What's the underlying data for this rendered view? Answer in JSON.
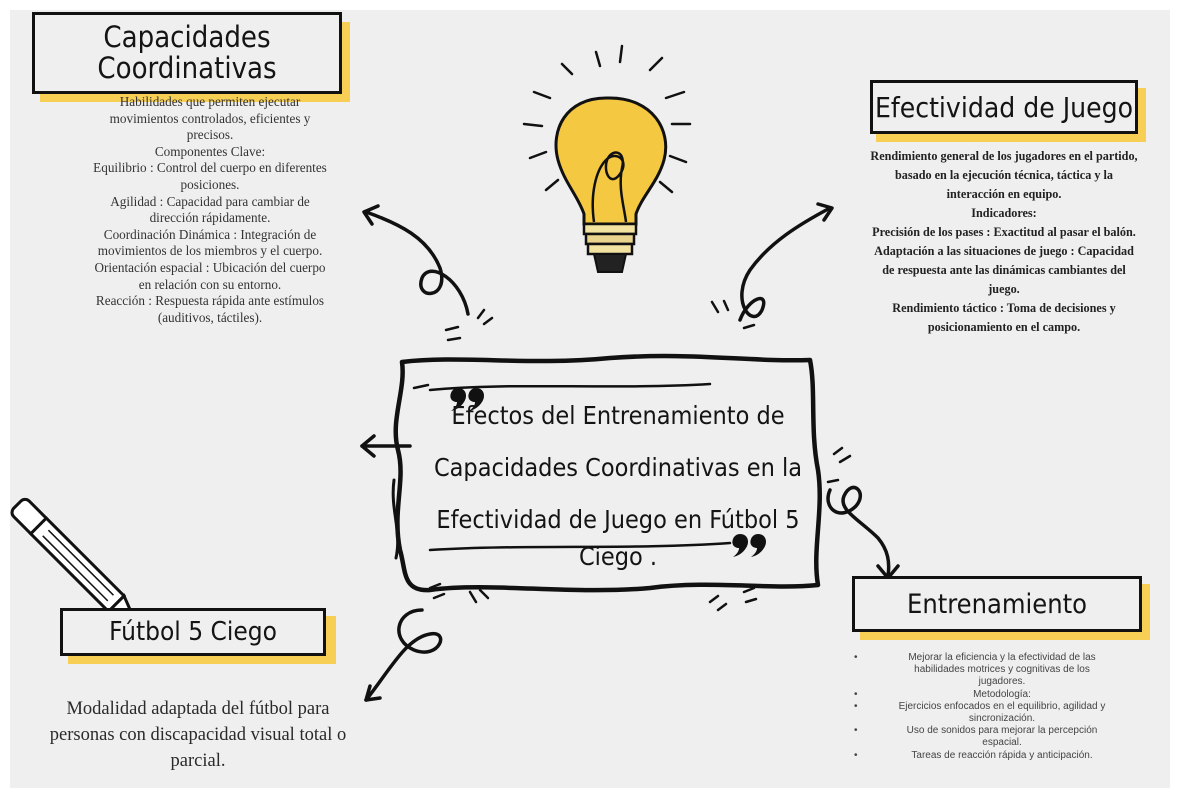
{
  "colors": {
    "background": "#efefef",
    "accent": "#f6cf54",
    "ink": "#111111"
  },
  "center": {
    "lines": [
      "Efectos del Entrenamiento de",
      "Capacidades Coordinativas en la",
      "Efectividad de Juego en Fútbol 5",
      "Ciego ."
    ]
  },
  "capacidades": {
    "title_lines": [
      "Capacidades",
      "Coordinativas"
    ],
    "body": [
      "Habilidades que permiten ejecutar",
      "movimientos controlados, eficientes y",
      "precisos.",
      "Componentes Clave:",
      "Equilibrio : Control del cuerpo en diferentes",
      "posiciones.",
      "Agilidad : Capacidad para cambiar de",
      "dirección rápidamente.",
      "Coordinación Dinámica : Integración de",
      "movimientos de los miembros y el cuerpo.",
      "Orientación espacial : Ubicación del cuerpo",
      "en relación con su entorno.",
      "Reacción : Respuesta rápida ante estímulos",
      "(auditivos, táctiles)."
    ]
  },
  "efectividad": {
    "title": "Efectividad de Juego",
    "body": [
      "Rendimiento general de los jugadores en el partido,",
      "basado en la ejecución técnica, táctica y la",
      "interacción en equipo.",
      "Indicadores:",
      "Precisión de los pases : Exactitud al pasar el balón.",
      "Adaptación a las situaciones de juego : Capacidad",
      "de respuesta ante las dinámicas cambiantes del",
      "juego.",
      "Rendimiento táctico : Toma de decisiones y",
      "posicionamiento en el campo."
    ]
  },
  "futbol": {
    "title": "Fútbol 5 Ciego",
    "body": [
      "Modalidad adaptada del fútbol para",
      "personas con discapacidad visual total o",
      "parcial."
    ]
  },
  "entrenamiento": {
    "title": "Entrenamiento",
    "items": [
      {
        "bullet": true,
        "text": "Mejorar la eficiencia y la efectividad de las"
      },
      {
        "bullet": false,
        "text": "habilidades motrices y cognitivas de los"
      },
      {
        "bullet": false,
        "text": "jugadores."
      },
      {
        "bullet": true,
        "text": "Metodología:"
      },
      {
        "bullet": true,
        "text": "Ejercicios enfocados en el equilibrio, agilidad y"
      },
      {
        "bullet": false,
        "text": "sincronización."
      },
      {
        "bullet": true,
        "text": "Uso de sonidos para mejorar la percepción"
      },
      {
        "bullet": false,
        "text": "espacial."
      },
      {
        "bullet": true,
        "text": "Tareas de reacción rápida y anticipación."
      }
    ]
  },
  "icons": [
    "lightbulb-icon",
    "pencil-icon",
    "quote-open-icon",
    "quote-close-icon"
  ]
}
